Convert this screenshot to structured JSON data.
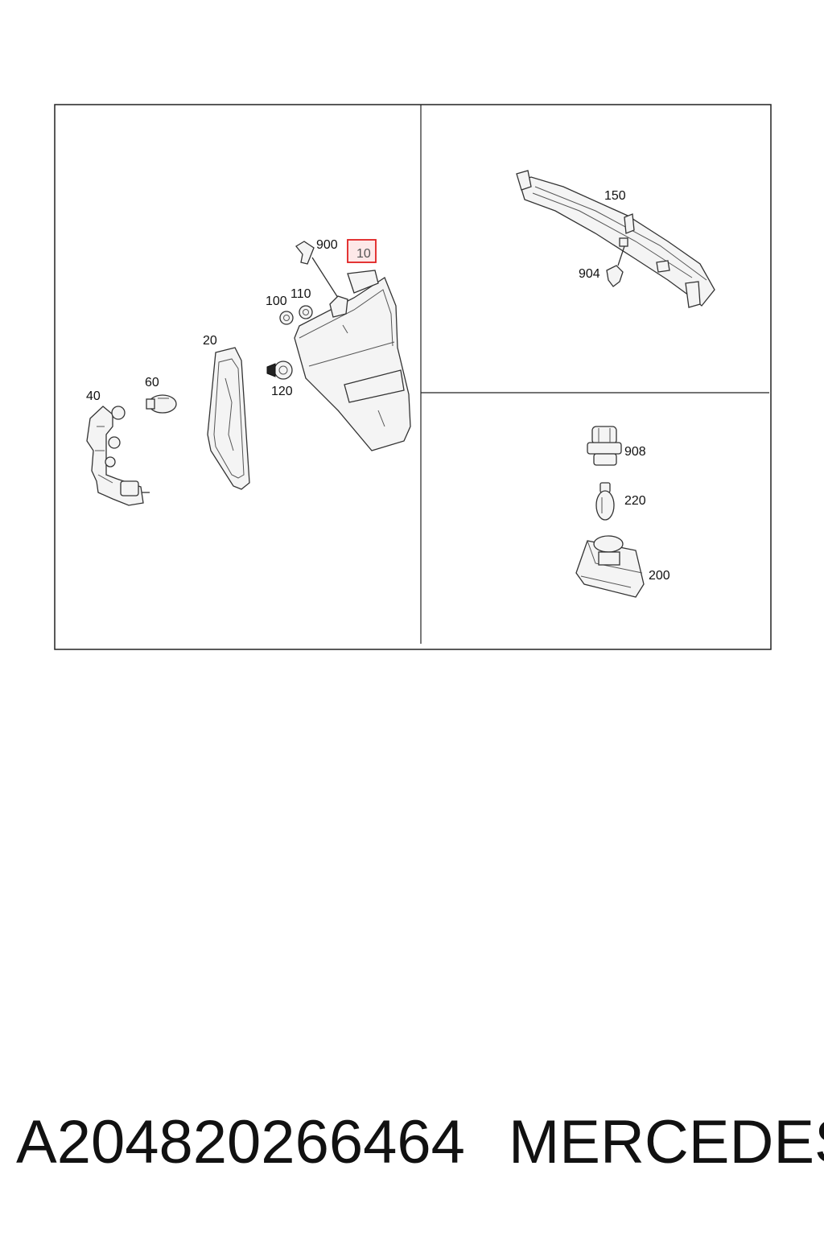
{
  "callouts": {
    "c10": "10",
    "c20": "20",
    "c40": "40",
    "c60": "60",
    "c100": "100",
    "c110": "110",
    "c120": "120",
    "c150": "150",
    "c200": "200",
    "c220": "220",
    "c900": "900",
    "c904": "904",
    "c908": "908"
  },
  "highlight": {
    "callout": "10",
    "color": "#e02020"
  },
  "caption": {
    "part_number": "A204820266464",
    "brand": "MERCEDES"
  }
}
